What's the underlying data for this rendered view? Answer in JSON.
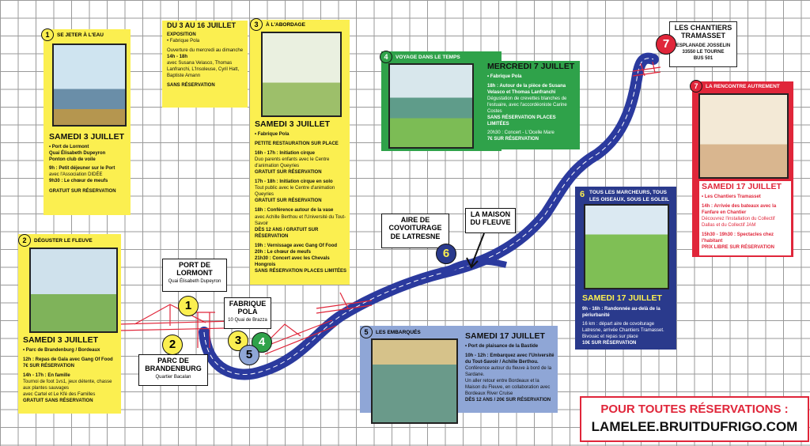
{
  "stops": {
    "s1": {
      "num": "1",
      "tag": "SE JETER À L'EAU",
      "date": "SAMEDI 3 JUILLET",
      "lines": [
        "• Port de Lormont",
        "Quai Élisabeth Dupeyron",
        "Ponton club de voile",
        "9h : Petit déjeuner sur le Port",
        "avec l'Association DIDÉE",
        "9h30 : Le chœur de meufs",
        "GRATUIT SUR RÉSERVATION"
      ]
    },
    "expo": {
      "title": "DU 3 AU 16 JUILLET",
      "sub": "EXPOSITION",
      "lines": [
        "• Fabrique Pola",
        "Ouverture du mercredi au dimanche",
        "14h - 18h",
        "avec Susana Velasco, Thomas Lanfranchi, L'Insoleuse, Cyril Hatt, Baptiste Amann",
        "SANS RÉSERVATION"
      ]
    },
    "s3": {
      "num": "3",
      "tag": "À L'ABORDAGE",
      "date": "SAMEDI 3 JUILLET",
      "lines": [
        "• Fabrique Pola",
        "PETITE RESTAURATION SUR PLACE",
        "16h - 17h : Initiation cirque",
        "Duo parents enfants avec le Centre d'animation Queyries",
        "GRATUIT SUR RÉSERVATION",
        "17h - 18h : Initiation cirque en solo",
        "Tout public avec le Centre d'animation Queyries",
        "GRATUIT SUR RÉSERVATION",
        "18h : Conférence autour de la vase",
        "avec Achille Berthou et l'Université du Tout-Savoir",
        "DÈS 12 ANS / GRATUIT SUR RÉSERVATION",
        "19h : Vernissage avec Gang Of Food",
        "20h : Le chœur de meufs",
        "21h30 : Concert avec les Chevals Hongrois",
        "SANS RÉSERVATION PLACES LIMITÉES"
      ]
    },
    "s4": {
      "num": "4",
      "tag": "VOYAGE DANS LE TEMPS",
      "date": "MERCREDI 7 JUILLET",
      "lines": [
        "• Fabrique Pola",
        "18h : Autour de la pièce de Susana Velasco et Thomas Lanfranchi",
        "Dégustation de crevettes blanches de l'estuaire, avec l'accordéoniste Carine Costes",
        "SANS RÉSERVATION PLACES LIMITÉES",
        "20h30 : Concert - L'Ocelle Mare",
        "7€ SUR RÉSERVATION"
      ]
    },
    "s7": {
      "num": "7",
      "tag": "LA RENCONTRE AUTREMENT",
      "date": "SAMEDI 17 JUILLET",
      "lines": [
        "• Les Chantiers Tramasset",
        "14h : Arrivée des bateaux avec la Fanfare en Chantier",
        "Découvrez l'installation du Collectif Dallas et du Collectif JAM",
        "15h30 - 19h30 : Spectacles chez l'habitant",
        "PRIX LIBRE SUR RÉSERVATION"
      ]
    },
    "s2": {
      "num": "2",
      "tag": "DÉGUSTER LE FLEUVE",
      "date": "SAMEDI 3 JUILLET",
      "lines": [
        "• Parc de Brandenburg / Bordeaux",
        "12h : Repas de Gala avec Gang Of Food",
        "7€ SUR RÉSERVATION",
        "14h - 17h : En famille",
        "Tournoi de foot 1vs1, jeux détente, chasse aux plantes sauvages",
        "avec Cartel et Le Kfé des Familles",
        "GRATUIT SANS RÉSERVATION"
      ]
    },
    "s6": {
      "num": "6",
      "tag": "TOUS LES MARCHEURS, TOUS LES OISEAUX, SOUS LE SOLEIL",
      "date": "SAMEDI 17 JUILLET",
      "lines": [
        "9h - 16h : Randonnée au-delà de la périurbanité",
        "16 km : départ aire de covoiturage Latresne, arrivée Chantiers Tramasset.",
        "Bivouac et repas sur place",
        "10€ SUR RÉSERVATION"
      ]
    },
    "s5": {
      "num": "5",
      "tag": "LES EMBARQUÉS",
      "date": "SAMEDI 17 JUILLET",
      "lines": [
        "• Port de plaisance de la Bastide",
        "10h - 12h : Embarquez avec l'Université du Tout-Savoir / Achille Berthou.",
        "Conférence autour du fleuve à bord de la Sardane.",
        "Un aller retour entre Bordeaux et la Maison du Fleuve, en collaboration avec Bordeaux River Cruise",
        "DÈS 12 ANS / 20€ SUR RÉSERVATION"
      ]
    }
  },
  "places": {
    "chantiers": {
      "title": "LES CHANTIERS TRAMASSET",
      "lines": [
        "ESPLANADE JOSSELIN",
        "33550 LE TOURNE",
        "BUS 501"
      ]
    },
    "lormont": {
      "title": "PORT DE LORMONT",
      "sub": "Quai Élisabeth Dupeyron"
    },
    "brandenburg": {
      "title": "PARC DE BRANDENBURG",
      "sub": "Quartier Bacalan"
    },
    "pola": {
      "title": "FABRIQUE POLA",
      "sub": "10 Quai de Brazza"
    },
    "covoit": {
      "title": "AIRE DE COVOITURAGE DE LATRESNE"
    },
    "maison": {
      "title": "LA MAISON DU FLEUVE"
    }
  },
  "markers": {
    "m1": "1",
    "m2": "2",
    "m3": "3",
    "m4": "4",
    "m5": "5",
    "m6": "6",
    "m7": "7"
  },
  "reservation": {
    "line1": "POUR TOUTES RÉSERVATIONS :",
    "line2": "LAMELEE.BRUITDUFRIGO.COM"
  },
  "colors": {
    "yellow": "#fbef50",
    "green": "#2fa24a",
    "blue": "#2a3a8c",
    "red": "#e0263a",
    "river": "#2b3a9e"
  }
}
